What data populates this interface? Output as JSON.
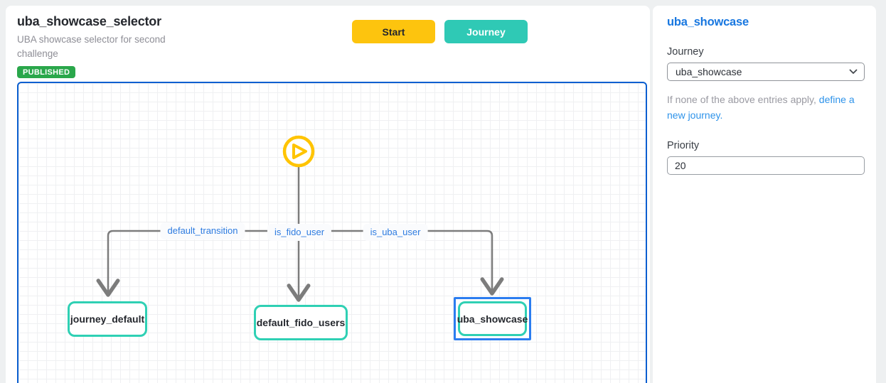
{
  "header": {
    "title": "uba_showcase_selector",
    "subtitle": "UBA showcase selector for second challenge",
    "status_badge": "PUBLISHED",
    "start_button": "Start",
    "journey_button": "Journey"
  },
  "canvas": {
    "start_icon": "play-icon",
    "edges": [
      {
        "label": "default_transition"
      },
      {
        "label": "is_fido_user"
      },
      {
        "label": "is_uba_user"
      }
    ],
    "nodes": [
      {
        "label": "journey_default",
        "selected": false
      },
      {
        "label": "default_fido_users",
        "selected": false
      },
      {
        "label": "uba_showcase",
        "selected": true
      }
    ]
  },
  "sidebar": {
    "title": "uba_showcase",
    "journey": {
      "label": "Journey",
      "value": "uba_showcase"
    },
    "hint": {
      "prefix": "If none of the above entries apply, ",
      "link_text": "define a new journey."
    },
    "priority": {
      "label": "Priority",
      "value": "20"
    }
  },
  "colors": {
    "canvas_border_blue": "#0b5fd0",
    "selection_blue": "#2b7df0",
    "node_teal": "#2fd0b4",
    "button_teal": "#2fc9b5",
    "button_yellow": "#fdc40e",
    "badge_green": "#2aa74b",
    "heading_blue": "#1877e0",
    "link_blue": "#2e93ea",
    "edge_label_blue": "#2d7be0",
    "edge_line_gray": "#7c7c7c",
    "play_icon_yellow": "#ffc400"
  }
}
